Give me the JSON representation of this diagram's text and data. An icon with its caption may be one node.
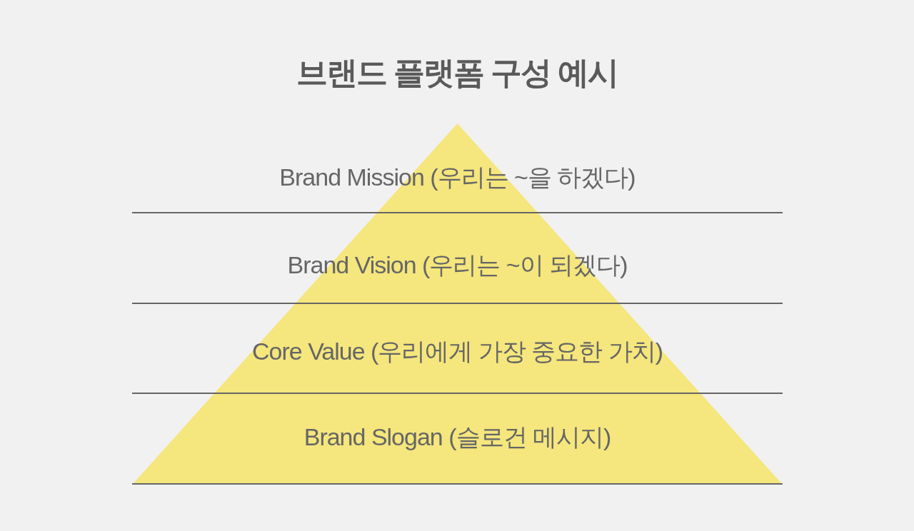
{
  "diagram": {
    "title": "브랜드 플랫폼 구성 예시",
    "nodes": [
      {
        "text": [
          "Brand Mission (우리는 ~을 하겠다)"
        ]
      },
      {
        "text": [
          "Brand Vision (우리는 ~이 되겠다)"
        ]
      },
      {
        "text": [
          "Core Value (우리에게 가장 중요한 가치)"
        ]
      },
      {
        "text": [
          "Brand Slogan (슬로건 메시지)"
        ]
      }
    ]
  }
}
